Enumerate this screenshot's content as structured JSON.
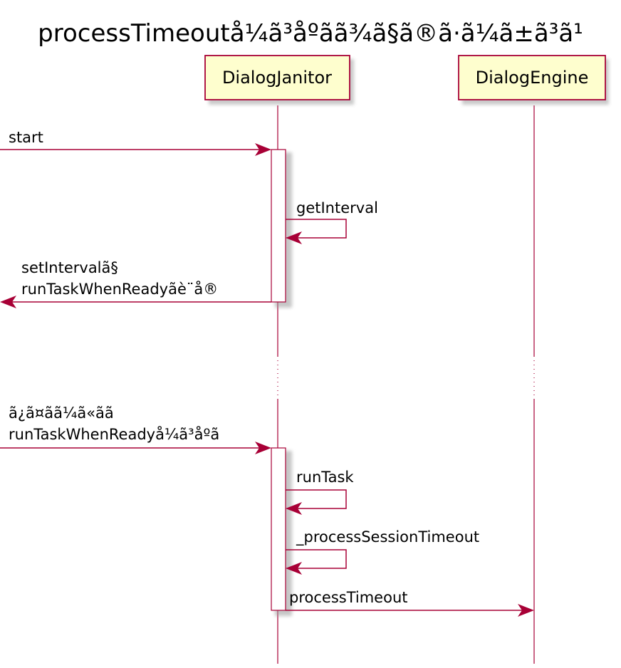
{
  "title": "processTimeoutå¼ã³åºãã¾ã§ã®ã·ã¼ã±ã³ã¹",
  "participants": [
    {
      "id": "janitor",
      "label": "DialogJanitor"
    },
    {
      "id": "engine",
      "label": "DialogEngine"
    }
  ],
  "messages": [
    {
      "id": "m1",
      "lines": [
        "start"
      ]
    },
    {
      "id": "m2",
      "lines": [
        "getInterval"
      ]
    },
    {
      "id": "m3",
      "lines": [
        "setIntervalã§",
        "runTaskWhenReadyãè¨­å®"
      ]
    },
    {
      "id": "m4",
      "lines": [
        "ã¿ã¤ãã¼ã«ãã",
        "runTaskWhenReadyå¼ã³åºã"
      ]
    },
    {
      "id": "m5",
      "lines": [
        "runTask"
      ]
    },
    {
      "id": "m6",
      "lines": [
        "_processSessionTimeout"
      ]
    },
    {
      "id": "m7",
      "lines": [
        "processTimeout"
      ]
    }
  ],
  "colors": {
    "line": "#a80036",
    "participant_fill": "#fefece"
  }
}
